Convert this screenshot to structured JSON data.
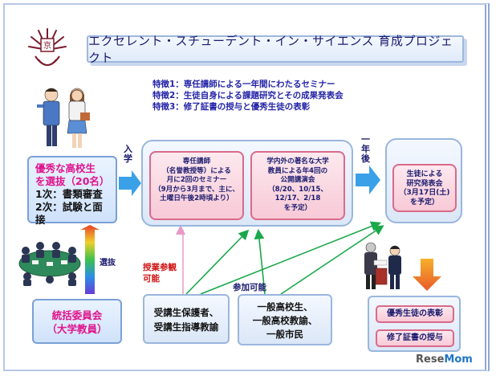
{
  "title": "エクセレント・スチューデント・イン・サイエンス 育成プロジェクト",
  "features": [
    "特徴1：専任講師による一年間にわたるセミナー",
    "特徴2：生徒自身による課題研究とその成果発表会",
    "特徴3：修了証書の授与と優秀生徒の表彰"
  ],
  "selection": {
    "title_line1": "優秀な高校生",
    "title_line2": "を選抜（20名）",
    "step1": "1次：書類審査",
    "step2": "2次：試験と面接"
  },
  "labels": {
    "entry": "入学",
    "one_year_later": "一年後",
    "selection_arrow": "選抜",
    "class_visit_line1": "授業参観",
    "class_visit_line2": "可能",
    "participation": "参加可能"
  },
  "seminar": {
    "line1": "専任講師",
    "line2": "（名誉教授等）による",
    "line3": "月に2回のセミナー",
    "line4": "（9月から3月まで、主に、",
    "line5": "土曜日午後2時頃より）"
  },
  "lectures": {
    "line1": "学内外の著名な大学",
    "line2": "教員による年4回の",
    "line3": "公開講演会",
    "line4": "（8/20、10/15、",
    "line5": "12/17、2/18",
    "line6": "を予定）"
  },
  "presentation": {
    "line1": "生徒による",
    "line2": "研究発表会",
    "line3": "（3月17日(土)",
    "line4": "を予定）"
  },
  "committee": {
    "line1": "統括委員会",
    "line2": "（大学教員）"
  },
  "parents": {
    "line1": "受講生保護者、",
    "line2": "受講生指導教諭"
  },
  "public": {
    "line1": "一般高校生、",
    "line2": "一般高校教諭、",
    "line3": "一般市民"
  },
  "awards": {
    "item1": "優秀生徒の表彰",
    "item2": "修了証書の授与"
  },
  "watermark": {
    "part1": "Rese",
    "part2": "Mom"
  },
  "colors": {
    "accent_pink": "#e0148c",
    "navy": "#1a1a6e",
    "arrow_blue": "#3aa0e8",
    "line_green": "#1aa84a",
    "line_pink": "#e89ac6"
  }
}
